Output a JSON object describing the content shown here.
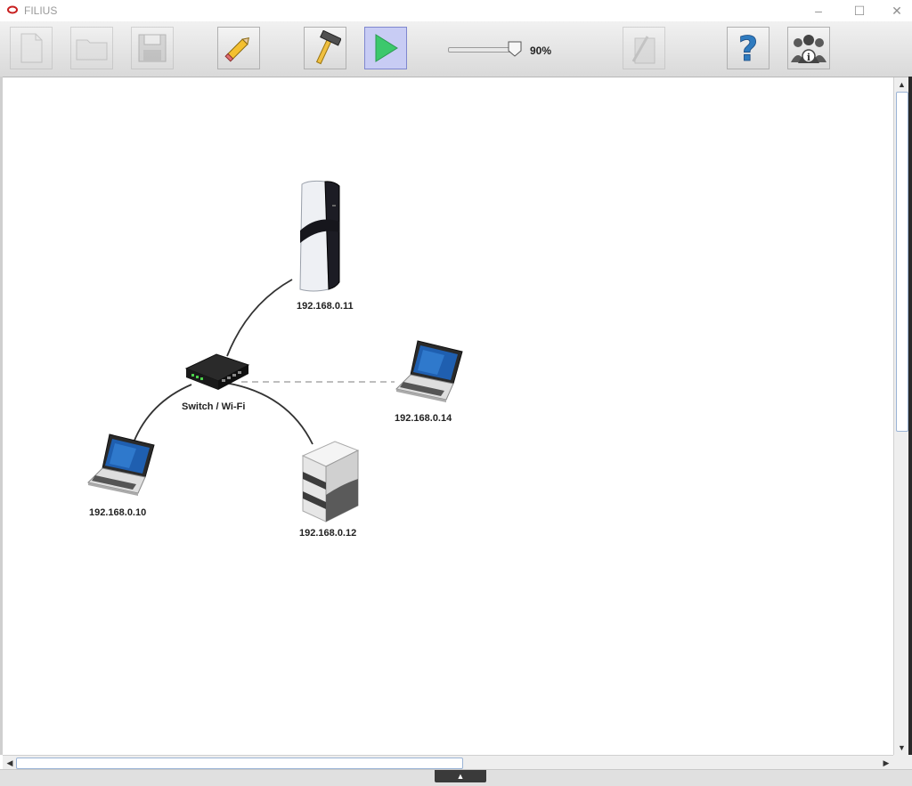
{
  "window": {
    "title": "FILIUS",
    "controls": {
      "minimize": "–",
      "maximize": "☐",
      "close": "✕"
    }
  },
  "toolbar": {
    "buttons": [
      {
        "name": "new-file",
        "state": "disabled"
      },
      {
        "name": "open-file",
        "state": "disabled"
      },
      {
        "name": "save-file",
        "state": "disabled"
      },
      {
        "name": "design-mode",
        "state": "normal"
      },
      {
        "name": "build-mode",
        "state": "normal"
      },
      {
        "name": "simulation-mode",
        "state": "active"
      },
      {
        "name": "documentation",
        "state": "disabled"
      },
      {
        "name": "help",
        "state": "normal"
      },
      {
        "name": "info",
        "state": "normal"
      }
    ],
    "zoom": {
      "value": 90,
      "label": "90%"
    }
  },
  "network": {
    "switch": {
      "label": "Switch / Wi-Fi"
    },
    "nodes": [
      {
        "id": "console",
        "type": "game-console",
        "label": "192.168.0.11"
      },
      {
        "id": "laptop-14",
        "type": "laptop",
        "label": "192.168.0.14"
      },
      {
        "id": "laptop-10",
        "type": "laptop",
        "label": "192.168.0.10"
      },
      {
        "id": "server-12",
        "type": "server",
        "label": "192.168.0.12"
      }
    ],
    "links": [
      {
        "from": "switch",
        "to": "console",
        "style": "solid"
      },
      {
        "from": "switch",
        "to": "laptop-14",
        "style": "dashed"
      },
      {
        "from": "switch",
        "to": "laptop-10",
        "style": "solid"
      },
      {
        "from": "switch",
        "to": "server-12",
        "style": "solid"
      }
    ]
  },
  "colors": {
    "accent": "#c8ccf4",
    "play_green": "#3cc86c",
    "link": "#333333",
    "wireless_link": "#b5b5b5"
  }
}
